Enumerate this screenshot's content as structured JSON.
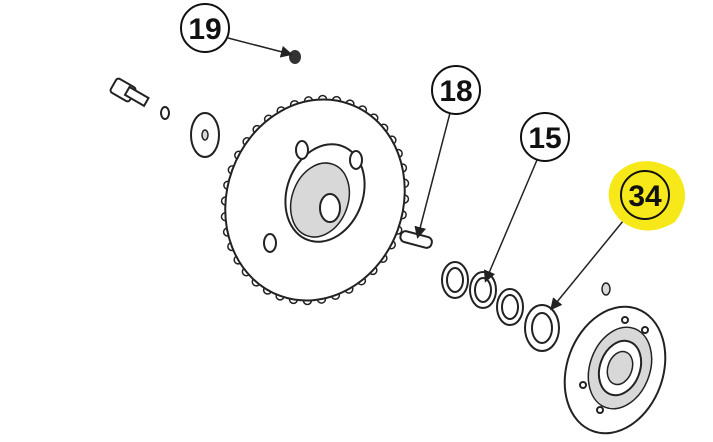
{
  "diagram": {
    "callouts": [
      {
        "id": "19",
        "label": "19",
        "highlighted": false
      },
      {
        "id": "18",
        "label": "18",
        "highlighted": false
      },
      {
        "id": "15",
        "label": "15",
        "highlighted": false
      },
      {
        "id": "34",
        "label": "34",
        "highlighted": true
      }
    ],
    "highlight_color": "#f7e81a"
  }
}
